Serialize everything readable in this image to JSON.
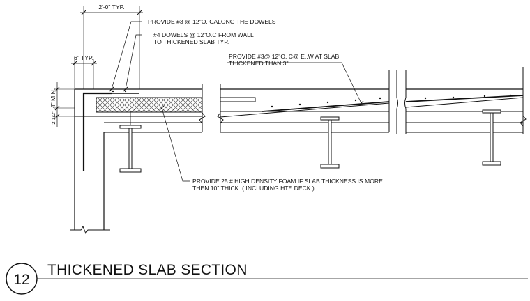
{
  "detail": {
    "number": "12",
    "title": "THICKENED SLAB SECTION"
  },
  "dimensions": {
    "top_spacing": "2'-0\" TYP.",
    "column_width": "6\" TYP.",
    "slab_min": "4\" MIN.",
    "deck_depth": "2 1/2\""
  },
  "notes": {
    "dowel_bars": "PROVIDE #3 @ 12\"O. CALONG THE DOWELS",
    "dowels_line1": "#4 DOWELS @ 12\"O.C FROM WALL",
    "dowels_line2": "TO THICKENED SLAB TYP.",
    "reinf_line1": "PROVIDE #3@ 12\"O. C@ E..W AT SLAB",
    "reinf_line2": "THICKENED THAN 3\"",
    "foam_line1": "PROVIDE  25 # HIGH DENSITY FOAM IF SLAB THICKNESS IS MORE",
    "foam_line2": "THEN 10\" THICK. ( INCLUDING HTE DECK )"
  }
}
